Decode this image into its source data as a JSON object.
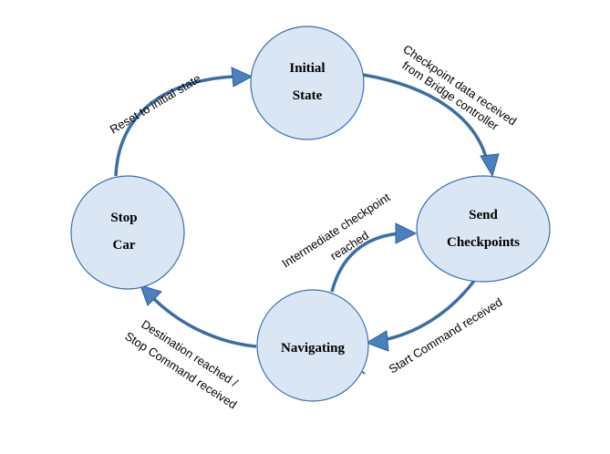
{
  "states": {
    "initial": {
      "line1": "Initial",
      "line2": "State"
    },
    "send": {
      "line1": "Send",
      "line2": "Checkpoints"
    },
    "navigating": {
      "line1": "Navigating"
    },
    "stop": {
      "line1": "Stop",
      "line2": "Car"
    }
  },
  "transitions": {
    "initial_to_send": {
      "line1": "Checkpoint data received",
      "line2": "from Bridge controller"
    },
    "send_to_navigating": {
      "line1": "Start Command received"
    },
    "navigating_to_send": {
      "line1": "Intermediate checkpoint",
      "line2": "reached"
    },
    "navigating_to_stop": {
      "line1": "Destination reached /",
      "line2": "Stop Command received"
    },
    "stop_to_initial": {
      "line1": "Reset to initial state"
    }
  },
  "colors": {
    "node_fill": "#dae6f4",
    "node_stroke": "#3e6fa7",
    "edge": "#3b6ea6",
    "arrow_head": "#4a7fc0"
  }
}
